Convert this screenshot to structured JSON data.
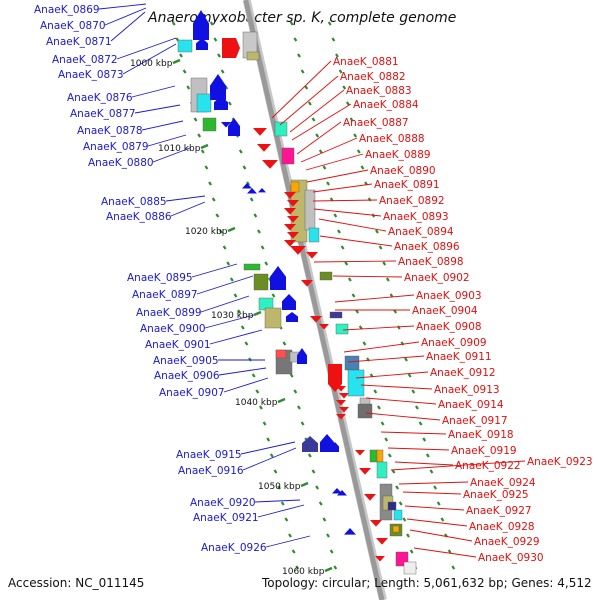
{
  "title": "Anaeromyxobacter sp. K, complete genome",
  "footer": {
    "accession": "Accession: NC_011145",
    "stats": "Topology: circular; Length: 5,061,632 bp; Genes: 4,512"
  },
  "colors": {
    "backbone": "#999999",
    "left_labels": "#1a1ad0",
    "right_labels": "#e01010",
    "tick_green": "#2e8b2e"
  },
  "scale_labels": [
    "1000 kbp",
    "1010 kbp",
    "1020 kbp",
    "1030 kbp",
    "1040 kbp",
    "1050 kbp",
    "1060 kbp"
  ],
  "left_genes": [
    "AnaeK_0869",
    "AnaeK_0870",
    "AnaeK_0871",
    "AnaeK_0872",
    "AnaeK_0873",
    "AnaeK_0876",
    "AnaeK_0877",
    "AnaeK_0878",
    "AnaeK_0879",
    "AnaeK_0880",
    "AnaeK_0885",
    "AnaeK_0886",
    "AnaeK_0895",
    "AnaeK_0897",
    "AnaeK_0899",
    "AnaeK_0900",
    "AnaeK_0901",
    "AnaeK_0905",
    "AnaeK_0906",
    "AnaeK_0907",
    "AnaeK_0915",
    "AnaeK_0916",
    "AnaeK_0920",
    "AnaeK_0921",
    "AnaeK_0926"
  ],
  "right_genes": [
    "AnaeK_0881",
    "AnaeK_0882",
    "AnaeK_0883",
    "AnaeK_0884",
    "AnaeK_0887",
    "AnaeK_0888",
    "AnaeK_0889",
    "AnaeK_0890",
    "AnaeK_0891",
    "AnaeK_0892",
    "AnaeK_0893",
    "AnaeK_0894",
    "AnaeK_0896",
    "AnaeK_0898",
    "AnaeK_0902",
    "AnaeK_0903",
    "AnaeK_0904",
    "AnaeK_0908",
    "AnaeK_0909",
    "AnaeK_0911",
    "AnaeK_0912",
    "AnaeK_0913",
    "AnaeK_0914",
    "AnaeK_0917",
    "AnaeK_0918",
    "AnaeK_0919",
    "AnaeK_0922",
    "AnaeK_0923",
    "AnaeK_0924",
    "AnaeK_0925",
    "AnaeK_0927",
    "AnaeK_0928",
    "AnaeK_0929",
    "AnaeK_0930"
  ]
}
